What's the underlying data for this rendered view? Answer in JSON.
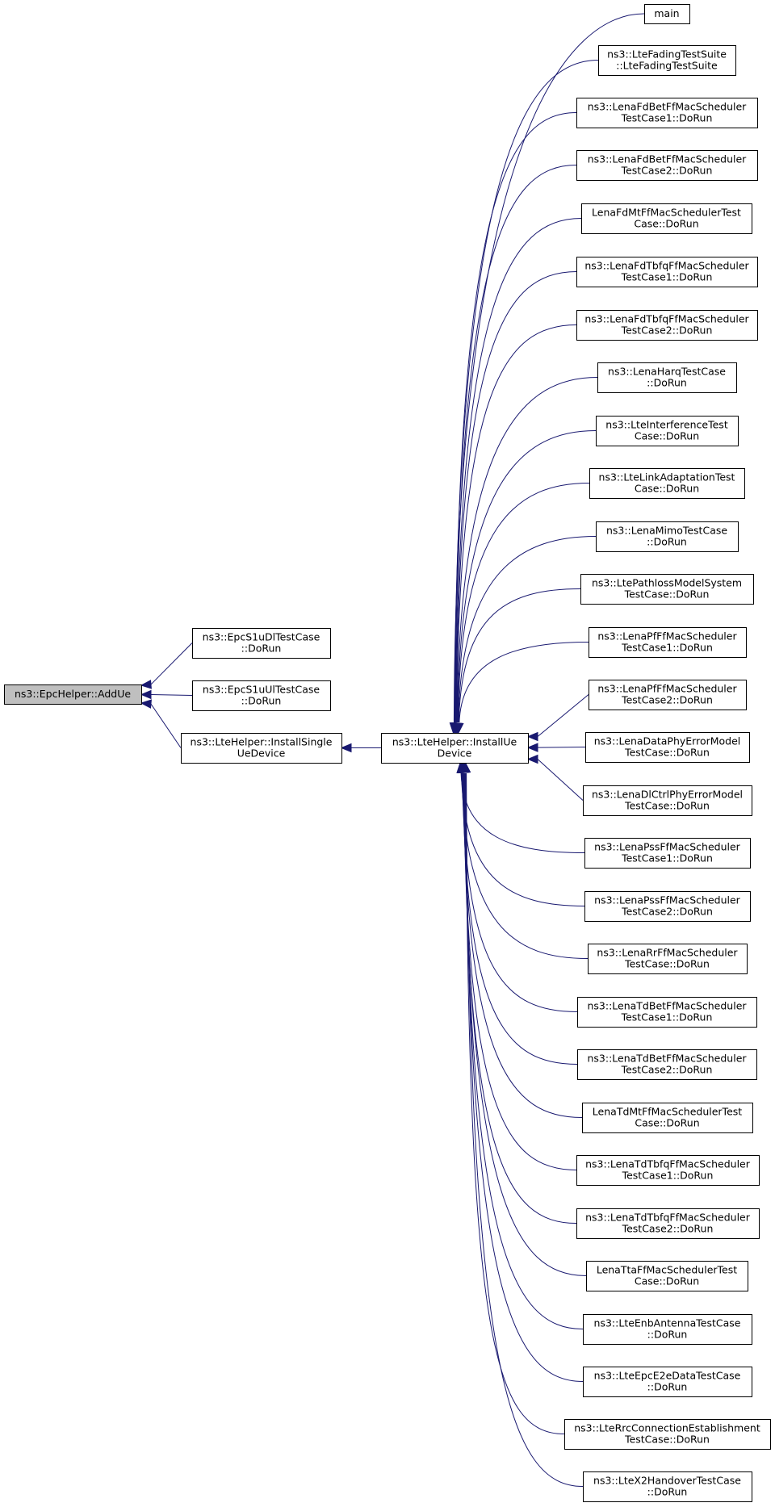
{
  "diagram": {
    "root": {
      "id": "addue",
      "lines": [
        "ns3::EpcHelper::AddUe"
      ]
    },
    "nodes": [
      {
        "id": "epcdl",
        "lines": [
          "ns3::EpcS1uDlTestCase",
          "::DoRun"
        ]
      },
      {
        "id": "epcul",
        "lines": [
          "ns3::EpcS1uUlTestCase",
          "::DoRun"
        ]
      },
      {
        "id": "installsingle",
        "lines": [
          "ns3::LteHelper::InstallSingle",
          "UeDevice"
        ]
      },
      {
        "id": "installue",
        "lines": [
          "ns3::LteHelper::InstallUe",
          "Device"
        ]
      },
      {
        "id": "c0",
        "lines": [
          "main"
        ]
      },
      {
        "id": "c1",
        "lines": [
          "ns3::LteFadingTestSuite",
          "::LteFadingTestSuite"
        ]
      },
      {
        "id": "c2",
        "lines": [
          "ns3::LenaFdBetFfMacScheduler",
          "TestCase1::DoRun"
        ]
      },
      {
        "id": "c3",
        "lines": [
          "ns3::LenaFdBetFfMacScheduler",
          "TestCase2::DoRun"
        ]
      },
      {
        "id": "c4",
        "lines": [
          "LenaFdMtFfMacSchedulerTest",
          "Case::DoRun"
        ]
      },
      {
        "id": "c5",
        "lines": [
          "ns3::LenaFdTbfqFfMacScheduler",
          "TestCase1::DoRun"
        ]
      },
      {
        "id": "c6",
        "lines": [
          "ns3::LenaFdTbfqFfMacScheduler",
          "TestCase2::DoRun"
        ]
      },
      {
        "id": "c7",
        "lines": [
          "ns3::LenaHarqTestCase",
          "::DoRun"
        ]
      },
      {
        "id": "c8",
        "lines": [
          "ns3::LteInterferenceTest",
          "Case::DoRun"
        ]
      },
      {
        "id": "c9",
        "lines": [
          "ns3::LteLinkAdaptationTest",
          "Case::DoRun"
        ]
      },
      {
        "id": "c10",
        "lines": [
          "ns3::LenaMimoTestCase",
          "::DoRun"
        ]
      },
      {
        "id": "c11",
        "lines": [
          "ns3::LtePathlossModelSystem",
          "TestCase::DoRun"
        ]
      },
      {
        "id": "c12",
        "lines": [
          "ns3::LenaPfFfMacScheduler",
          "TestCase1::DoRun"
        ]
      },
      {
        "id": "c13",
        "lines": [
          "ns3::LenaPfFfMacScheduler",
          "TestCase2::DoRun"
        ]
      },
      {
        "id": "c14",
        "lines": [
          "ns3::LenaDataPhyErrorModel",
          "TestCase::DoRun"
        ]
      },
      {
        "id": "c15",
        "lines": [
          "ns3::LenaDlCtrlPhyErrorModel",
          "TestCase::DoRun"
        ]
      },
      {
        "id": "c16",
        "lines": [
          "ns3::LenaPssFfMacScheduler",
          "TestCase1::DoRun"
        ]
      },
      {
        "id": "c17",
        "lines": [
          "ns3::LenaPssFfMacScheduler",
          "TestCase2::DoRun"
        ]
      },
      {
        "id": "c18",
        "lines": [
          "ns3::LenaRrFfMacScheduler",
          "TestCase::DoRun"
        ]
      },
      {
        "id": "c19",
        "lines": [
          "ns3::LenaTdBetFfMacScheduler",
          "TestCase1::DoRun"
        ]
      },
      {
        "id": "c20",
        "lines": [
          "ns3::LenaTdBetFfMacScheduler",
          "TestCase2::DoRun"
        ]
      },
      {
        "id": "c21",
        "lines": [
          "LenaTdMtFfMacSchedulerTest",
          "Case::DoRun"
        ]
      },
      {
        "id": "c22",
        "lines": [
          "ns3::LenaTdTbfqFfMacScheduler",
          "TestCase1::DoRun"
        ]
      },
      {
        "id": "c23",
        "lines": [
          "ns3::LenaTdTbfqFfMacScheduler",
          "TestCase2::DoRun"
        ]
      },
      {
        "id": "c24",
        "lines": [
          "LenaTtaFfMacSchedulerTest",
          "Case::DoRun"
        ]
      },
      {
        "id": "c25",
        "lines": [
          "ns3::LteEnbAntennaTestCase",
          "::DoRun"
        ]
      },
      {
        "id": "c26",
        "lines": [
          "ns3::LteEpcE2eDataTestCase",
          "::DoRun"
        ]
      },
      {
        "id": "c27",
        "lines": [
          "ns3::LteRrcConnectionEstablishment",
          "TestCase::DoRun"
        ]
      },
      {
        "id": "c28",
        "lines": [
          "ns3::LteX2HandoverTestCase",
          "::DoRun"
        ]
      }
    ],
    "edges": [
      {
        "from": "epcdl",
        "to": "addue"
      },
      {
        "from": "epcul",
        "to": "addue"
      },
      {
        "from": "installsingle",
        "to": "addue"
      },
      {
        "from": "installue",
        "to": "installsingle"
      },
      {
        "from": "c0",
        "to": "installue"
      },
      {
        "from": "c1",
        "to": "installue"
      },
      {
        "from": "c2",
        "to": "installue"
      },
      {
        "from": "c3",
        "to": "installue"
      },
      {
        "from": "c4",
        "to": "installue"
      },
      {
        "from": "c5",
        "to": "installue"
      },
      {
        "from": "c6",
        "to": "installue"
      },
      {
        "from": "c7",
        "to": "installue"
      },
      {
        "from": "c8",
        "to": "installue"
      },
      {
        "from": "c9",
        "to": "installue"
      },
      {
        "from": "c10",
        "to": "installue"
      },
      {
        "from": "c11",
        "to": "installue"
      },
      {
        "from": "c12",
        "to": "installue"
      },
      {
        "from": "c13",
        "to": "installue"
      },
      {
        "from": "c14",
        "to": "installue"
      },
      {
        "from": "c15",
        "to": "installue"
      },
      {
        "from": "c16",
        "to": "installue"
      },
      {
        "from": "c17",
        "to": "installue"
      },
      {
        "from": "c18",
        "to": "installue"
      },
      {
        "from": "c19",
        "to": "installue"
      },
      {
        "from": "c20",
        "to": "installue"
      },
      {
        "from": "c21",
        "to": "installue"
      },
      {
        "from": "c22",
        "to": "installue"
      },
      {
        "from": "c23",
        "to": "installue"
      },
      {
        "from": "c24",
        "to": "installue"
      },
      {
        "from": "c25",
        "to": "installue"
      },
      {
        "from": "c26",
        "to": "installue"
      },
      {
        "from": "c27",
        "to": "installue"
      },
      {
        "from": "c28",
        "to": "installue"
      }
    ]
  }
}
